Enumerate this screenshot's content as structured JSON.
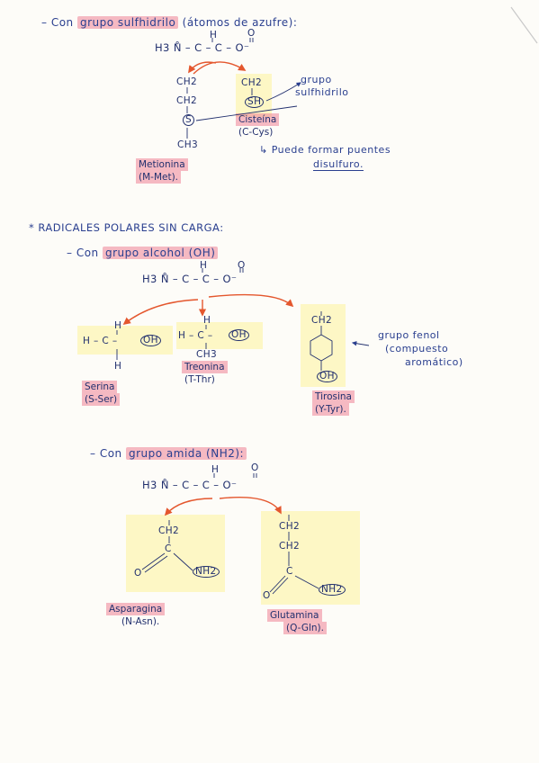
{
  "s1": {
    "dash": "– Con",
    "hl": "grupo sulfhidrilo",
    "rest": "(átomos de azufre):",
    "H": "H",
    "O": "O",
    "backbone": "H3 N̊ – C – C – O⁻",
    "met": {
      "l1": "CH2",
      "l2": "CH2",
      "s": "S",
      "l4": "CH3",
      "name1": "Metionina",
      "name2": "(M-Met)."
    },
    "cys": {
      "l1": "CH2",
      "sh": "SH",
      "name1": "Cisteína",
      "name2": "(C-Cys)"
    },
    "note1": "grupo",
    "note2": "sulfhidrilo",
    "note3": "↳ Puede formar puentes",
    "note4": "disulfuro."
  },
  "s2": {
    "heading": "* RADICALES POLARES SIN CARGA:",
    "dash": "– Con",
    "hl": "grupo alcohol (OH)",
    "H": "H",
    "O": "O",
    "backbone": "H3 N̊ – C – C – O⁻",
    "ser": {
      "line": "H – C –",
      "oh": "OH",
      "top": "H",
      "bot": "H",
      "name1": "Serina",
      "name2": "(S-Ser)"
    },
    "thr": {
      "line": "H – C –",
      "oh": "OH",
      "top": "H",
      "bot": "CH3",
      "name1": "Treonina",
      "name2": "(T-Thr)"
    },
    "tyr": {
      "top": "CH2",
      "oh": "OH",
      "name1": "Tirosina",
      "name2": "(Y-Tyr)."
    },
    "note1": "grupo fenol",
    "note2": "(compuesto",
    "note3": "aromático)"
  },
  "s3": {
    "dash": "– Con",
    "hl": "grupo amida (NH2):",
    "H": "H",
    "O": "O",
    "backbone": "H3 N̊ – C – C – O⁻",
    "asn": {
      "l1": "CH2",
      "c": "C",
      "o": "O",
      "nh2": "NH2",
      "name1": "Asparagina",
      "name2": "(N-Asn)."
    },
    "gln": {
      "l1": "CH2",
      "l2": "CH2",
      "c": "C",
      "o": "O",
      "nh2": "NH2",
      "name1": "Glutamina",
      "name2": "(Q-Gln)."
    }
  }
}
